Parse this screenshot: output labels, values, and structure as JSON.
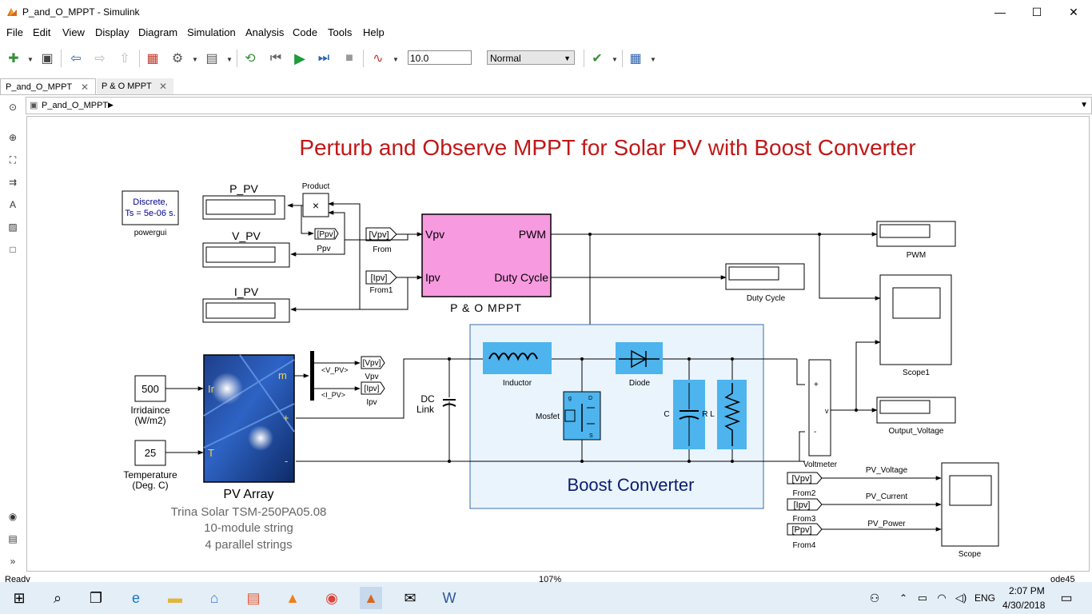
{
  "window": {
    "title": "P_and_O_MPPT - Simulink",
    "minimize": "—",
    "maximize": "☐",
    "close": "✕"
  },
  "menu": [
    "File",
    "Edit",
    "View",
    "Display",
    "Diagram",
    "Simulation",
    "Analysis",
    "Code",
    "Tools",
    "Help"
  ],
  "toolbar": {
    "stop_time": "10.0",
    "sim_mode": "Normal"
  },
  "tabs": [
    {
      "label": "P_and_O_MPPT"
    },
    {
      "label": "P & O MPPT"
    }
  ],
  "breadcrumb": "P_and_O_MPPT",
  "diagram": {
    "title": "Perturb and Observe MPPT for Solar PV with Boost Converter",
    "powergui": {
      "line1": "Discrete,",
      "line2": "Ts = 5e-06 s.",
      "label": "powergui"
    },
    "displays": {
      "p_pv": "P_PV",
      "v_pv": "V_PV",
      "i_pv": "I_PV"
    },
    "product": "Product",
    "ppv_tag": "[Ppv]",
    "ppv_label": "Ppv",
    "from": {
      "vpv_tag": "[Vpv]",
      "vpv_label": "From",
      "ipv_tag": "[Ipv]",
      "ipv_label": "From1"
    },
    "mppt": {
      "in1": "Vpv",
      "in2": "Ipv",
      "out1": "PWM",
      "out2": "Duty Cycle",
      "label": "P & O MPPT"
    },
    "scopes": {
      "pwm": "PWM",
      "duty": "Duty Cycle",
      "scope1": "Scope1",
      "vout": "Output_Voltage",
      "scope": "Scope"
    },
    "pv": {
      "irr_value": "500",
      "irr_label1": "Irridaince",
      "irr_label2": "(W/m2)",
      "temp_value": "25",
      "temp_label1": "Temperature",
      "temp_label2": "(Deg. C)",
      "port_ir": "Ir",
      "port_t": "T",
      "port_m": "m",
      "port_plus": "+",
      "port_minus": "-",
      "label": "PV Array",
      "desc1": "Trina Solar TSM-250PA05.08",
      "desc2": "10-module string",
      "desc3": "4 parallel strings"
    },
    "goto": {
      "v_sig": "<V_PV>",
      "i_sig": "<I_PV>",
      "vpv_tag": "[Vpv]",
      "vpv_label": "Vpv",
      "ipv_tag": "[Ipv]",
      "ipv_label": "Ipv"
    },
    "dclink": {
      "l1": "DC",
      "l2": "Link"
    },
    "boost": {
      "label": "Boost Converter",
      "inductor": "Inductor",
      "diode": "Diode",
      "mosfet": "Mosfet",
      "c": "C",
      "rl": "R L",
      "g": "g",
      "d": "D",
      "s": "S"
    },
    "voltmeter": {
      "label": "Voltmeter",
      "plus": "+",
      "minus": "-",
      "v": "v"
    },
    "from_tags": [
      {
        "tag": "[Vpv]",
        "label": "From2",
        "signal": "PV_Voltage"
      },
      {
        "tag": "[Ipv]",
        "label": "From3",
        "signal": "PV_Current"
      },
      {
        "tag": "[Ppv]",
        "label": "From4",
        "signal": "PV_Power"
      }
    ]
  },
  "status": {
    "left": "Ready",
    "zoom": "107%",
    "solver": "ode45"
  },
  "taskbar": {
    "lang": "ENG",
    "time": "2:07 PM",
    "date": "4/30/2018"
  }
}
